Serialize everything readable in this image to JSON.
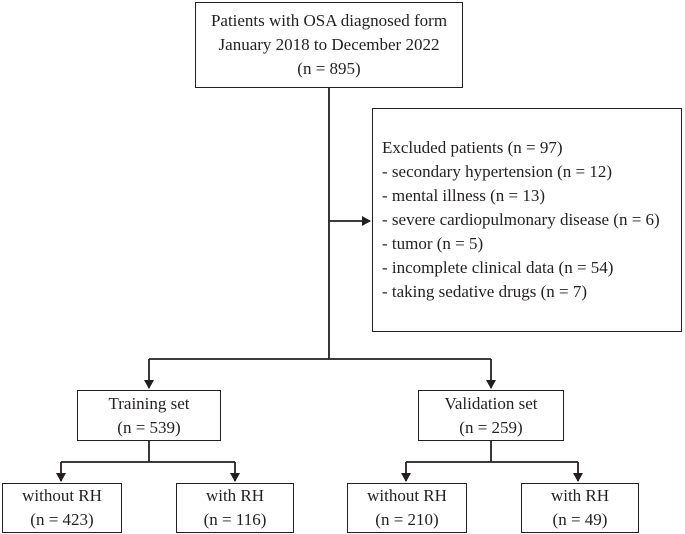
{
  "top": {
    "lines": [
      "Patients with OSA diagnosed form",
      "January 2018 to December 2022",
      "(n = 895)"
    ]
  },
  "excluded": {
    "lines": [
      "Excluded patients (n = 97)",
      "- secondary hypertension (n = 12)",
      "- mental illness (n = 13)",
      "- severe cardiopulmonary disease (n = 6)",
      "- tumor (n = 5)",
      "- incomplete clinical data (n = 54)",
      "- taking sedative drugs (n = 7)"
    ]
  },
  "training": {
    "lines": [
      "Training set",
      "(n = 539)"
    ],
    "children": [
      {
        "lines": [
          "without RH",
          "(n = 423)"
        ]
      },
      {
        "lines": [
          "with RH",
          "(n = 116)"
        ]
      }
    ]
  },
  "validation": {
    "lines": [
      "Validation set",
      "(n = 259)"
    ],
    "children": [
      {
        "lines": [
          "without RH",
          "(n = 210)"
        ]
      },
      {
        "lines": [
          "with RH",
          "(n = 49)"
        ]
      }
    ]
  }
}
